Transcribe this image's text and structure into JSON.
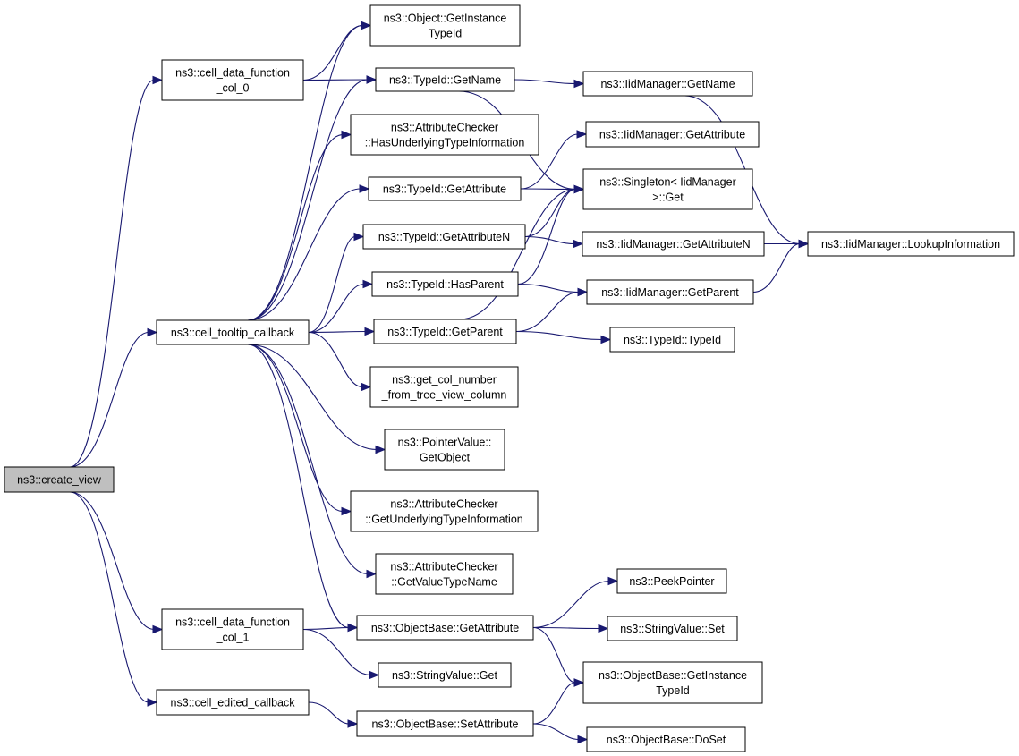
{
  "nodes": [
    {
      "id": "create_view",
      "lines": [
        "ns3::create_view"
      ],
      "root": true
    },
    {
      "id": "cdf0",
      "lines": [
        "ns3::cell_data_function",
        "_col_0"
      ]
    },
    {
      "id": "tooltip",
      "lines": [
        "ns3::cell_tooltip_callback"
      ]
    },
    {
      "id": "cdf1",
      "lines": [
        "ns3::cell_data_function",
        "_col_1"
      ]
    },
    {
      "id": "edited",
      "lines": [
        "ns3::cell_edited_callback"
      ]
    },
    {
      "id": "obj_getinst",
      "lines": [
        "ns3::Object::GetInstance",
        "TypeId"
      ]
    },
    {
      "id": "tid_getname",
      "lines": [
        "ns3::TypeId::GetName"
      ]
    },
    {
      "id": "ac_hasunder",
      "lines": [
        "ns3::AttributeChecker",
        "::HasUnderlyingTypeInformation"
      ]
    },
    {
      "id": "tid_getattr",
      "lines": [
        "ns3::TypeId::GetAttribute"
      ]
    },
    {
      "id": "tid_getattrn",
      "lines": [
        "ns3::TypeId::GetAttributeN"
      ]
    },
    {
      "id": "tid_hasparent",
      "lines": [
        "ns3::TypeId::HasParent"
      ]
    },
    {
      "id": "tid_getparent",
      "lines": [
        "ns3::TypeId::GetParent"
      ]
    },
    {
      "id": "get_col_number",
      "lines": [
        "ns3::get_col_number",
        "_from_tree_view_column"
      ]
    },
    {
      "id": "pv_getobject",
      "lines": [
        "ns3::PointerValue::",
        "GetObject"
      ]
    },
    {
      "id": "ac_getunder",
      "lines": [
        "ns3::AttributeChecker",
        "::GetUnderlyingTypeInformation"
      ]
    },
    {
      "id": "ac_getvaluetype",
      "lines": [
        "ns3::AttributeChecker",
        "::GetValueTypeName"
      ]
    },
    {
      "id": "ob_getattr",
      "lines": [
        "ns3::ObjectBase::GetAttribute"
      ]
    },
    {
      "id": "sv_get",
      "lines": [
        "ns3::StringValue::Get"
      ]
    },
    {
      "id": "ob_setattr",
      "lines": [
        "ns3::ObjectBase::SetAttribute"
      ]
    },
    {
      "id": "iid_getname",
      "lines": [
        "ns3::IidManager::GetName"
      ]
    },
    {
      "id": "iid_getattr",
      "lines": [
        "ns3::IidManager::GetAttribute"
      ]
    },
    {
      "id": "singleton_get",
      "lines": [
        "ns3::Singleton< IidManager",
        ">::Get"
      ]
    },
    {
      "id": "iid_getattrn",
      "lines": [
        "ns3::IidManager::GetAttributeN"
      ]
    },
    {
      "id": "iid_getparent",
      "lines": [
        "ns3::IidManager::GetParent"
      ]
    },
    {
      "id": "tid_typeid",
      "lines": [
        "ns3::TypeId::TypeId"
      ]
    },
    {
      "id": "peekpointer",
      "lines": [
        "ns3::PeekPointer"
      ]
    },
    {
      "id": "sv_set",
      "lines": [
        "ns3::StringValue::Set"
      ]
    },
    {
      "id": "ob_getinst",
      "lines": [
        "ns3::ObjectBase::GetInstance",
        "TypeId"
      ]
    },
    {
      "id": "ob_doset",
      "lines": [
        "ns3::ObjectBase::DoSet"
      ]
    },
    {
      "id": "iid_lookup",
      "lines": [
        "ns3::IidManager::LookupInformation"
      ]
    }
  ],
  "edges": [
    [
      "create_view",
      "cdf0"
    ],
    [
      "create_view",
      "tooltip"
    ],
    [
      "create_view",
      "cdf1"
    ],
    [
      "create_view",
      "edited"
    ],
    [
      "cdf0",
      "obj_getinst"
    ],
    [
      "cdf0",
      "tid_getname"
    ],
    [
      "tooltip",
      "obj_getinst"
    ],
    [
      "tooltip",
      "tid_getname"
    ],
    [
      "tooltip",
      "ac_hasunder"
    ],
    [
      "tooltip",
      "tid_getattr"
    ],
    [
      "tooltip",
      "tid_getattrn"
    ],
    [
      "tooltip",
      "tid_hasparent"
    ],
    [
      "tooltip",
      "tid_getparent"
    ],
    [
      "tooltip",
      "get_col_number"
    ],
    [
      "tooltip",
      "pv_getobject"
    ],
    [
      "tooltip",
      "ac_getunder"
    ],
    [
      "tooltip",
      "ac_getvaluetype"
    ],
    [
      "tooltip",
      "ob_getattr"
    ],
    [
      "cdf1",
      "ob_getattr"
    ],
    [
      "cdf1",
      "sv_get"
    ],
    [
      "edited",
      "ob_setattr"
    ],
    [
      "tid_getname",
      "iid_getname"
    ],
    [
      "tid_getname",
      "singleton_get"
    ],
    [
      "tid_getattr",
      "iid_getattr"
    ],
    [
      "tid_getattr",
      "singleton_get"
    ],
    [
      "tid_getattrn",
      "singleton_get"
    ],
    [
      "tid_getattrn",
      "iid_getattrn"
    ],
    [
      "tid_hasparent",
      "singleton_get"
    ],
    [
      "tid_hasparent",
      "iid_getparent"
    ],
    [
      "tid_getparent",
      "singleton_get"
    ],
    [
      "tid_getparent",
      "iid_getparent"
    ],
    [
      "tid_getparent",
      "tid_typeid"
    ],
    [
      "iid_getname",
      "iid_lookup"
    ],
    [
      "iid_getattrn",
      "iid_lookup"
    ],
    [
      "iid_getparent",
      "iid_lookup"
    ],
    [
      "ob_getattr",
      "peekpointer"
    ],
    [
      "ob_getattr",
      "sv_set"
    ],
    [
      "ob_getattr",
      "ob_getinst"
    ],
    [
      "ob_setattr",
      "ob_getinst"
    ],
    [
      "ob_setattr",
      "ob_doset"
    ]
  ]
}
